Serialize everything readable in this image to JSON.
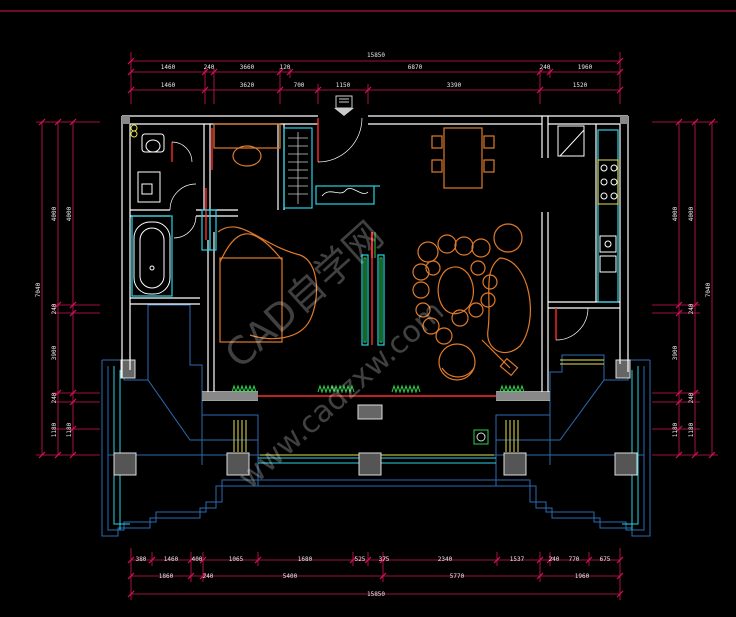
{
  "colors": {
    "background": "#000000",
    "dimension": "#d4145a",
    "wall": "#ffffff",
    "furniture": "#e07a2a",
    "cyan": "#29d3e6",
    "green": "#2fd04a",
    "blue": "#2a6cb0",
    "red": "#ff2a2a",
    "yellow": "#e6e24a"
  },
  "dimensions": {
    "top_total": "15850",
    "top_row1": [
      "1460",
      "240",
      "3660",
      "120",
      "6870",
      "240",
      "1960"
    ],
    "top_row2": [
      "1460",
      "3620",
      "700",
      "1150",
      "3390",
      "1520"
    ],
    "bottom_row1": [
      "380",
      "1460",
      "400",
      "1065",
      "1680",
      "525",
      "375",
      "2340",
      "1537",
      "240",
      "770",
      "675"
    ],
    "bottom_row2": [
      "1860",
      "240",
      "5400",
      "5770",
      "1960"
    ],
    "bottom_total": "15850",
    "left_vertical": [
      "4000",
      "4000",
      "240",
      "3900",
      "240",
      "1180",
      "1180"
    ],
    "left_total": "7040",
    "right_vertical": [
      "4000",
      "4000",
      "240",
      "3900",
      "240",
      "1180",
      "1180"
    ],
    "right_total": "7040"
  },
  "watermark": {
    "line1": "CAD自学网",
    "line2": "www.cadzxw.com"
  }
}
